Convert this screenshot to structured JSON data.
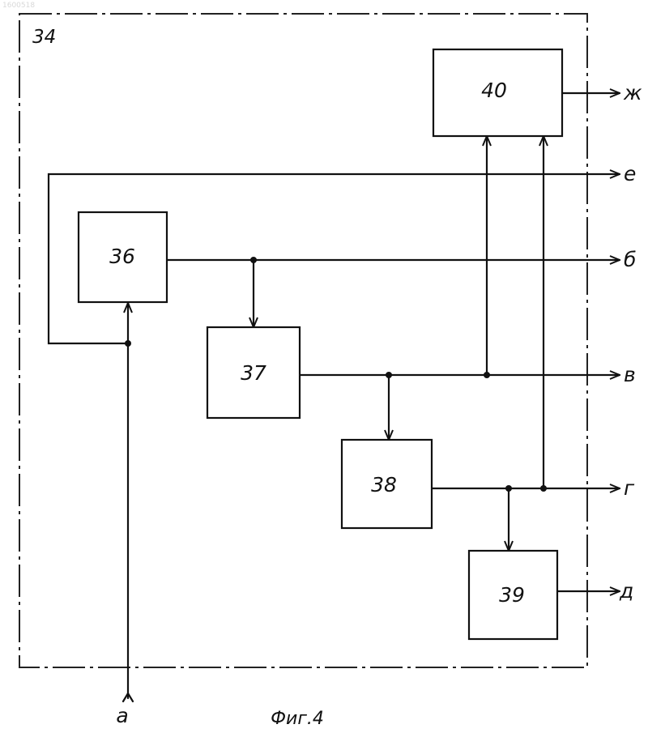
{
  "scan_id": "1600518",
  "frame_label": "34",
  "blocks": {
    "b36": "36",
    "b37": "37",
    "b38": "38",
    "b39": "39",
    "b40": "40"
  },
  "outputs": {
    "zh": "ж",
    "e": "е",
    "b": "б",
    "v": "в",
    "g": "г",
    "d": "д"
  },
  "input_label": "a",
  "caption": "Фиг.4"
}
